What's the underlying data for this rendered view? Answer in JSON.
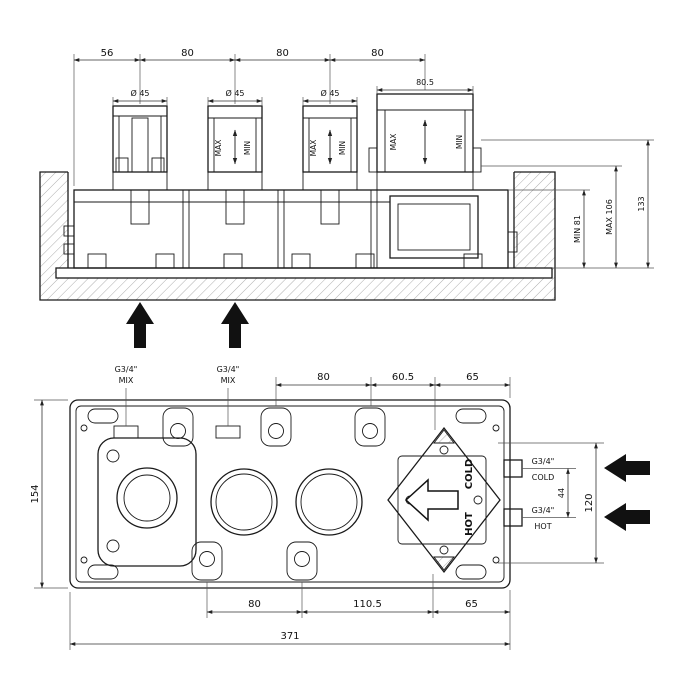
{
  "top_view": {
    "dim_chain": [
      "56",
      "80",
      "80",
      "80"
    ],
    "dia_labels": [
      "Ø 45",
      "Ø 45",
      "Ø 45"
    ],
    "cartridge4_width": "80.5",
    "max_label": "MAX",
    "min_label": "MIN",
    "dim_min_height": "MIN 81",
    "dim_max_height": "MAX 106",
    "dim_total_height": "133"
  },
  "bottom_view": {
    "dim_chain_top": [
      "80",
      "60.5",
      "65"
    ],
    "mix_label_line1": "G3/4\"",
    "mix_label_line2": "MIX",
    "dim_body_height": "154",
    "cold_label_line1": "G3/4\"",
    "cold_label_line2": "COLD",
    "hot_label_line1": "G3/4\"",
    "hot_label_line2": "HOT",
    "dim_port_spacing": "44",
    "dim_inlet_height": "120",
    "body_cold_label": "COLD",
    "body_hot_label": "HOT",
    "dim_chain_bottom": [
      "80",
      "110.5",
      "65"
    ],
    "dim_overall_width": "371"
  }
}
